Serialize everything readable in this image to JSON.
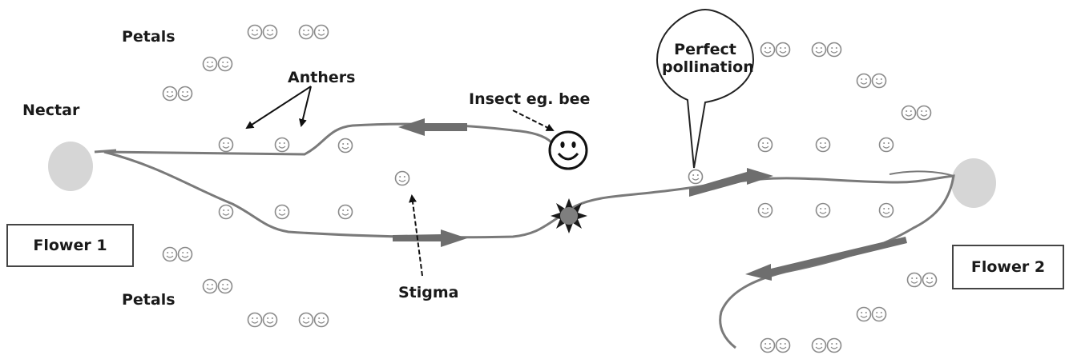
{
  "labels": {
    "petals_top": "Petals",
    "petals_bottom": "Petals",
    "nectar": "Nectar",
    "anthers": "Anthers",
    "insect": "Insect eg. bee",
    "perfect_line1": "Perfect",
    "perfect_line2": "pollination",
    "stigma": "Stigma",
    "flower1": "Flower 1",
    "flower2": "Flower 2"
  },
  "colors": {
    "path": "#7a7a7a",
    "arrow": "#6e6e6e",
    "nectar": "#d6d6d6",
    "sun": "#7f7f7f",
    "outline": "#444444"
  },
  "icons": [
    "smiley-icon",
    "sun-star-icon",
    "nectar-blob-icon",
    "speech-bubble-icon"
  ]
}
